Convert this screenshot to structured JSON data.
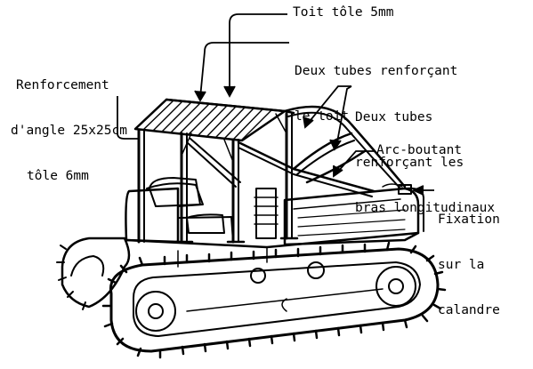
{
  "colors": {
    "ink": "#000000",
    "paper": "#ffffff"
  },
  "labels": {
    "toit_tole": "Toit tôle 5mm",
    "deux_tubes_toit": [
      "Deux tubes renforçant",
      "le toit"
    ],
    "renforcement_angle": [
      "Renforcement",
      "d'angle 25x25cm",
      "tôle 6mm"
    ],
    "deux_tubes_bras": [
      "Deux tubes",
      "renforçant les",
      "bras longitudinaux"
    ],
    "arc_boutant": "Arc-boutant",
    "fixation": [
      "Fixation",
      "sur la",
      "calandre"
    ]
  }
}
